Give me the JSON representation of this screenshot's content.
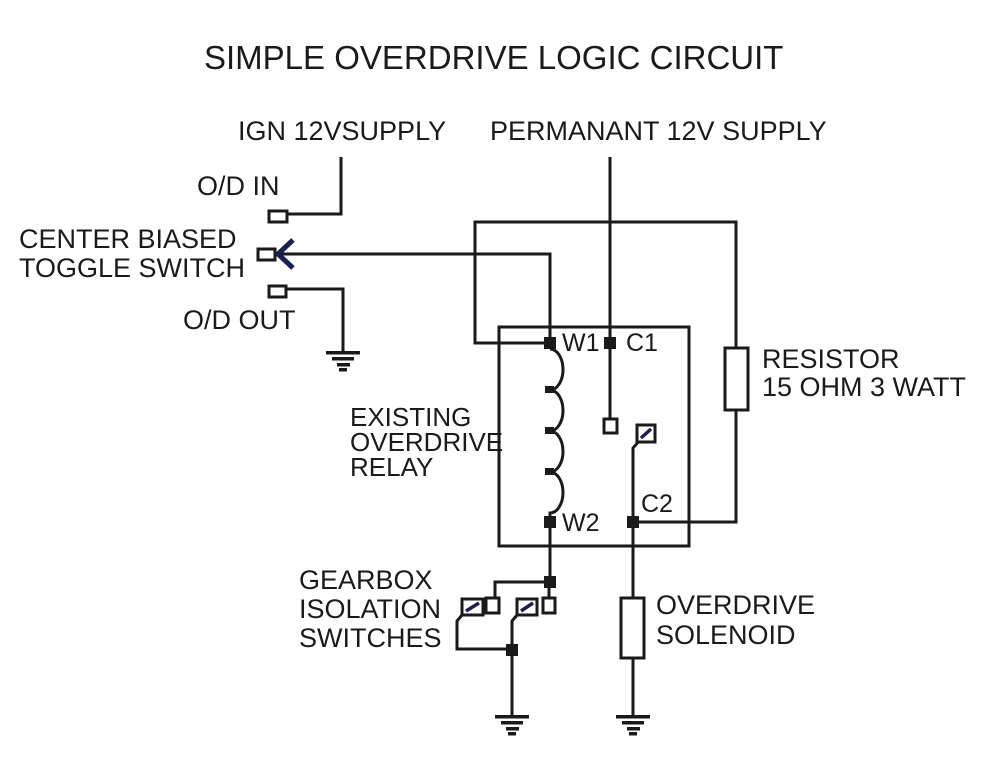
{
  "title": "SIMPLE OVERDRIVE LOGIC CIRCUIT",
  "labels": {
    "ign_supply": "IGN 12VSUPPLY",
    "permanent_supply": "PERMANANT 12V SUPPLY",
    "od_in": "O/D IN",
    "toggle_switch": "CENTER BIASED\nTOGGLE SWITCH",
    "od_out": "O/D OUT",
    "relay": "EXISTING\nOVERDRIVE\nRELAY",
    "resistor": "RESISTOR\n15 OHM 3 WATT",
    "gearbox_switches": "GEARBOX\nISOLATION\nSWITCHES",
    "solenoid": "OVERDRIVE\nSOLENOID"
  },
  "terminals": {
    "w1": "W1",
    "c1": "C1",
    "w2": "W2",
    "c2": "C2"
  },
  "colors": {
    "line": "#1a1a1a",
    "toggle_arrow": "#1c2050",
    "background": "#ffffff"
  }
}
